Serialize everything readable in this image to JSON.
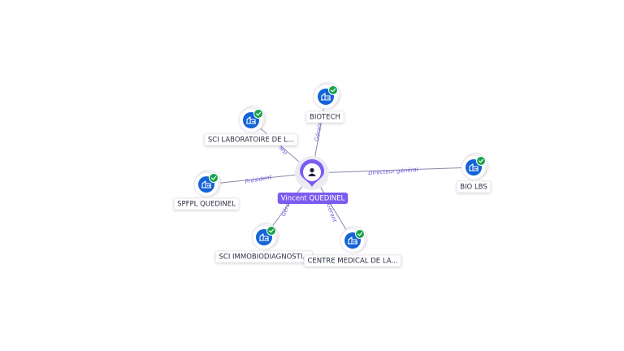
{
  "center": {
    "name": "Vincent QUEDINEL",
    "icon": "person-icon"
  },
  "companies": [
    {
      "id": "biotech",
      "label": "BIOTECH",
      "relation": "Gérant",
      "icon": "building-icon",
      "status_icon": "check-badge-icon"
    },
    {
      "id": "sci-laboratoire",
      "label": "SCI LABORATOIRE DE L...",
      "relation": "Gérant",
      "icon": "building-icon",
      "status_icon": "check-badge-icon"
    },
    {
      "id": "bio-lbs",
      "label": "BIO LBS",
      "relation": "Directeur général",
      "icon": "building-icon",
      "status_icon": "check-badge-icon"
    },
    {
      "id": "spfpl-quedinel",
      "label": "SPFPL QUEDINEL",
      "relation": "Président",
      "icon": "building-icon",
      "status_icon": "check-badge-icon"
    },
    {
      "id": "sci-immobiodiagnostic",
      "label": "SCI IMMOBIODIAGNOSTI...",
      "relation": "Gérant",
      "icon": "building-icon",
      "status_icon": "check-badge-icon"
    },
    {
      "id": "centre-medical",
      "label": "CENTRE MEDICAL DE LA...",
      "relation": "Gérant",
      "icon": "building-icon",
      "status_icon": "check-badge-icon"
    }
  ],
  "colors": {
    "accent": "#7b5cf0",
    "building_bg": "#1463d8",
    "check_badge": "#16a34a",
    "edge": "#8a87a8",
    "edge_label": "#6b5fd6"
  }
}
